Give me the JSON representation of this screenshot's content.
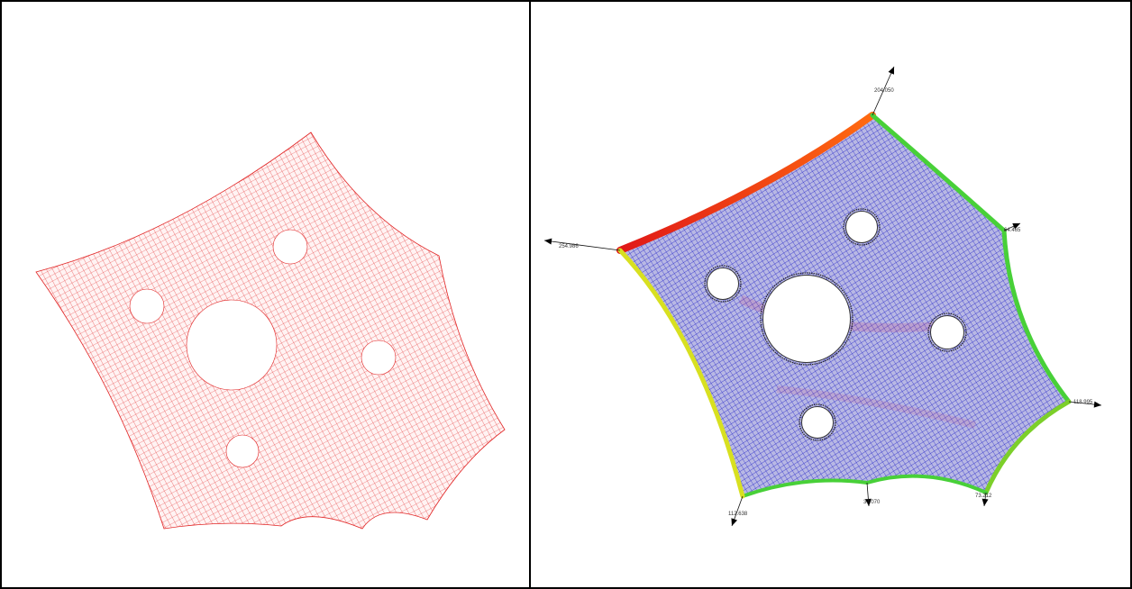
{
  "figure": {
    "left_panel": {
      "mesh_color": "#e02020"
    },
    "right_panel": {
      "mesh_color": "#2626c8",
      "fill_color": "#7e7ec8",
      "edge_colors": [
        "#e01818",
        "#ff6a10",
        "#d8e020",
        "#7ccf2a",
        "#48d038"
      ],
      "labels": {
        "top": "204.050",
        "left": "254.986",
        "upper_right": "64.465",
        "right": "118.995",
        "bottom_left": "112.638",
        "bottom_mid": "37.070",
        "bottom_right": "73.212"
      }
    }
  }
}
